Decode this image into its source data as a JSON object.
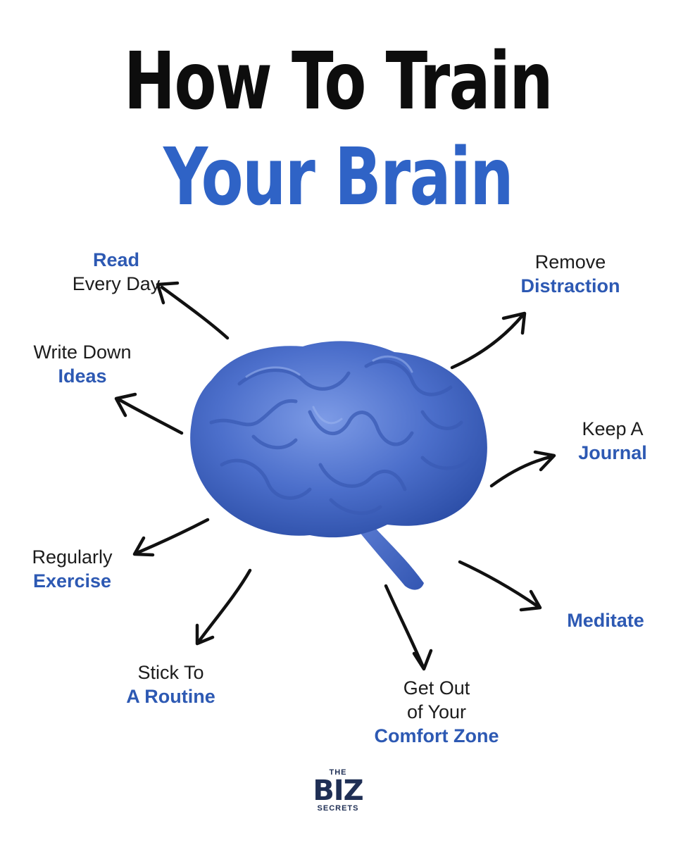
{
  "title": {
    "line1": "How To Train",
    "line2": "Your Brain"
  },
  "tips": [
    {
      "id": "read",
      "first": "Read",
      "second": "Every Day",
      "first_bold": true
    },
    {
      "id": "write",
      "first": "Write Down",
      "second": "Ideas",
      "first_bold": false
    },
    {
      "id": "exercise",
      "first": "Regularly",
      "second": "Exercise",
      "first_bold": false
    },
    {
      "id": "routine",
      "first": "Stick To",
      "second": "A Routine",
      "first_bold": false
    },
    {
      "id": "comfort",
      "first": "Get Out",
      "middle": "of Your",
      "second": "Comfort Zone",
      "first_bold": false
    },
    {
      "id": "meditate",
      "first": "Meditate",
      "first_bold": true
    },
    {
      "id": "journal",
      "first": "Keep A",
      "second": "Journal",
      "first_bold": false
    },
    {
      "id": "distraction",
      "first": "Remove",
      "second": "Distraction",
      "first_bold": false
    }
  ],
  "logo": {
    "top": "THE",
    "mid": "BIZ",
    "bottom": "SECRETS"
  },
  "colors": {
    "accent": "#2f63c6",
    "brain": "#4f72c9",
    "text": "#1c1c1c"
  },
  "icons": {
    "center": "brain-icon",
    "connectors": "arrow-icon"
  }
}
